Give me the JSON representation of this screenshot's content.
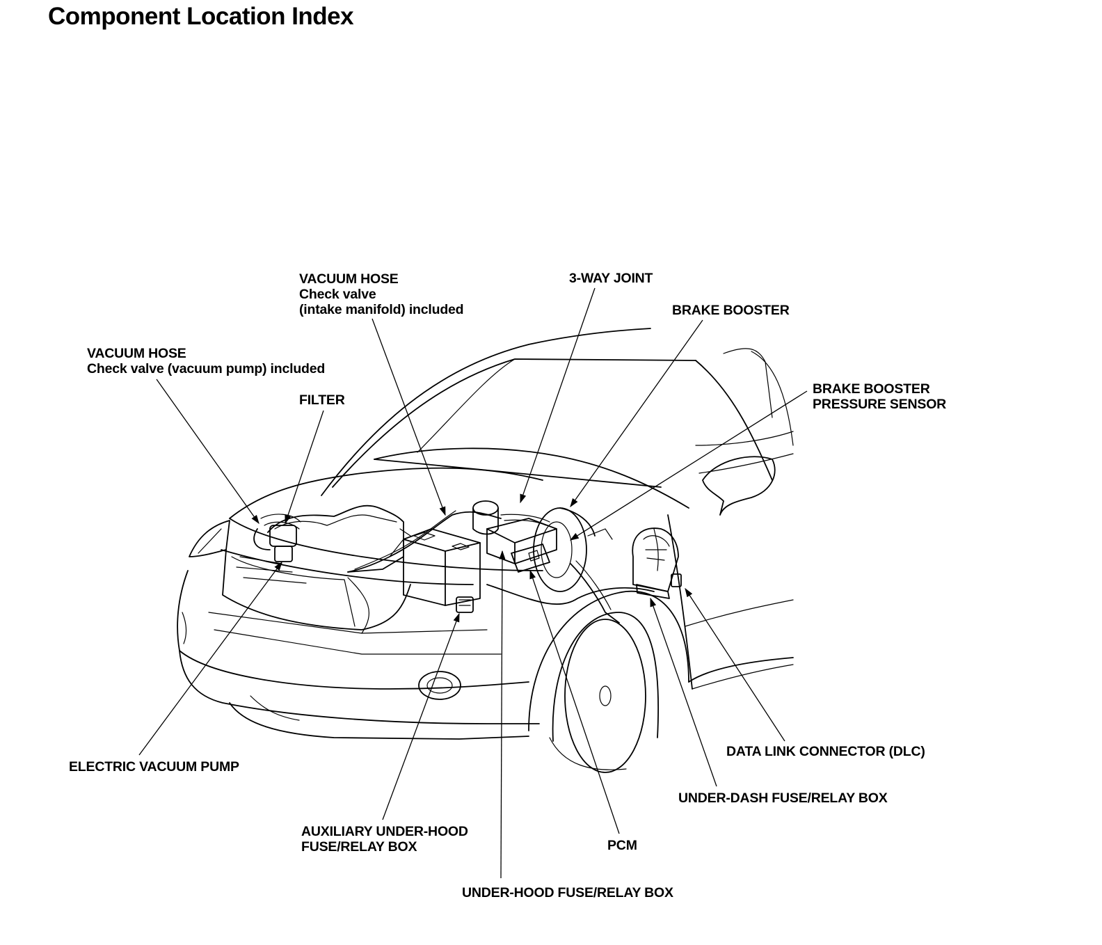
{
  "page": {
    "title": "Component Location Index"
  },
  "callouts": {
    "vacuum_hose_intake": {
      "line1": "VACUUM HOSE",
      "line2": "Check valve",
      "line3": "(intake manifold) included"
    },
    "three_way_joint": {
      "line1": "3-WAY JOINT"
    },
    "brake_booster": {
      "line1": "BRAKE BOOSTER"
    },
    "vacuum_hose_pump": {
      "line1": "VACUUM HOSE",
      "line2": "Check valve (vacuum pump) included"
    },
    "brake_booster_sensor": {
      "line1": "BRAKE BOOSTER",
      "line2": "PRESSURE SENSOR"
    },
    "filter": {
      "line1": "FILTER"
    },
    "electric_vacuum_pump": {
      "line1": "ELECTRIC VACUUM PUMP"
    },
    "data_link_connector": {
      "line1": "DATA LINK CONNECTOR (DLC)"
    },
    "under_dash_box": {
      "line1": "UNDER-DASH FUSE/RELAY BOX"
    },
    "aux_under_hood_box": {
      "line1": "AUXILIARY UNDER-HOOD",
      "line2": "FUSE/RELAY BOX"
    },
    "pcm": {
      "line1": "PCM"
    },
    "under_hood_box": {
      "line1": "UNDER-HOOD FUSE/RELAY BOX"
    }
  }
}
